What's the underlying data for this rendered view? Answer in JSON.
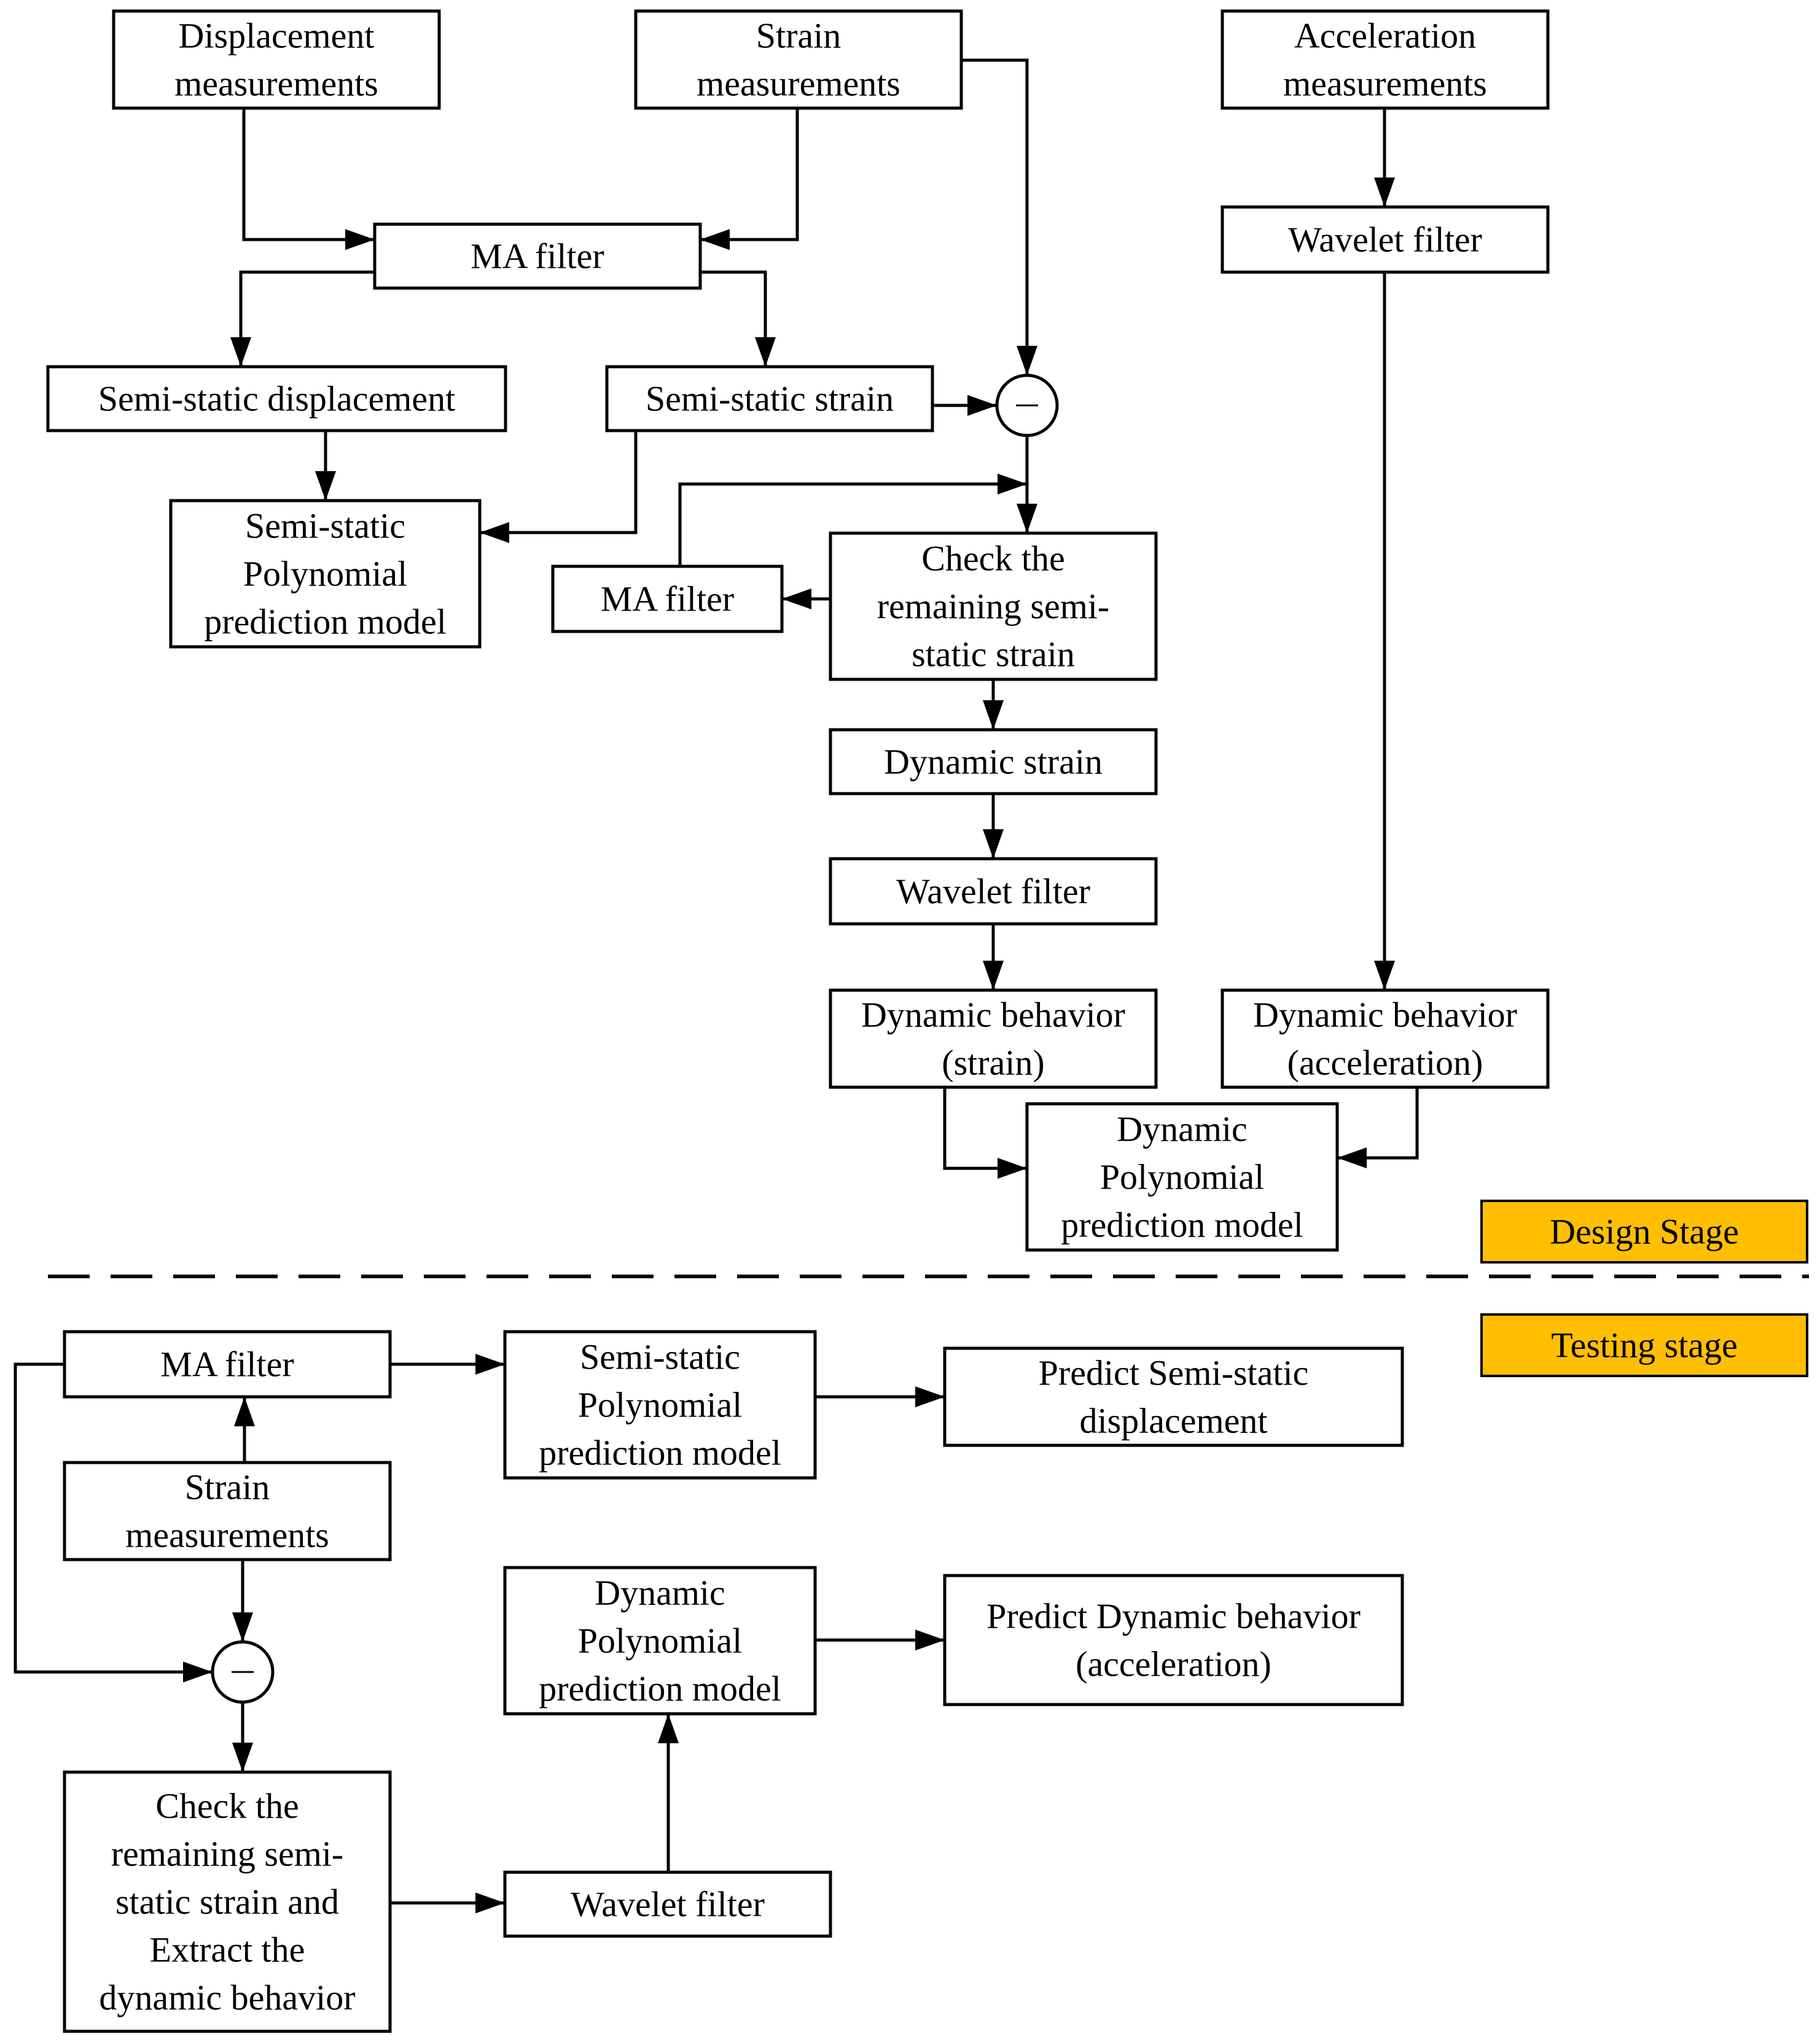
{
  "colors": {
    "stroke": "#000000",
    "background": "#ffffff",
    "stage_label_fill": "#FFBF00"
  },
  "stage_labels": {
    "design": "Design Stage",
    "testing": "Testing stage"
  },
  "design": {
    "displacement_measurements": [
      "Displacement",
      "measurements"
    ],
    "strain_measurements": [
      "Strain",
      "measurements"
    ],
    "acceleration_measurements": [
      "Acceleration",
      "measurements"
    ],
    "ma_filter": [
      "MA filter"
    ],
    "wavelet_filter_accel": [
      "Wavelet filter"
    ],
    "semi_static_displacement": [
      "Semi-static displacement"
    ],
    "semi_static_strain": [
      "Semi-static strain"
    ],
    "semi_static_model": [
      "Semi-static",
      "Polynomial",
      "prediction model"
    ],
    "ma_filter_check": [
      "MA filter"
    ],
    "check_remaining": [
      "Check the",
      "remaining semi-",
      "static strain"
    ],
    "dynamic_strain": [
      "Dynamic strain"
    ],
    "wavelet_filter_strain": [
      "Wavelet filter"
    ],
    "dynamic_behavior_strain": [
      "Dynamic behavior",
      "(strain)"
    ],
    "dynamic_behavior_accel": [
      "Dynamic behavior",
      "(acceleration)"
    ],
    "dynamic_model": [
      "Dynamic",
      "Polynomial",
      "prediction model"
    ],
    "subtract_symbol": "−"
  },
  "testing": {
    "ma_filter": [
      "MA filter"
    ],
    "strain_measurements": [
      "Strain",
      "measurements"
    ],
    "semi_static_model": [
      "Semi-static",
      "Polynomial",
      "prediction model"
    ],
    "predict_semi_static": [
      "Predict Semi-static",
      "displacement"
    ],
    "dynamic_model": [
      "Dynamic",
      "Polynomial",
      "prediction model"
    ],
    "predict_dynamic": [
      "Predict Dynamic behavior",
      "(acceleration)"
    ],
    "check_extract": [
      "Check the",
      "remaining semi-",
      "static strain and",
      "Extract the",
      "dynamic behavior"
    ],
    "wavelet_filter": [
      "Wavelet filter"
    ],
    "subtract_symbol": "−"
  }
}
